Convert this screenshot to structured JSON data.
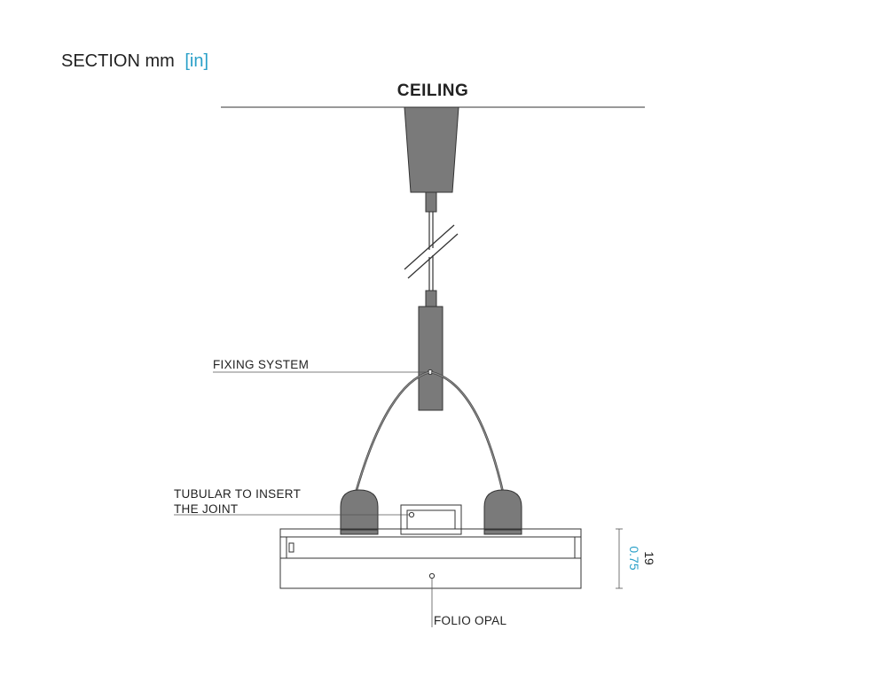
{
  "header": {
    "section_label": "SECTION mm",
    "unit_alt": "[in]"
  },
  "ceiling_label": "CEILING",
  "callouts": {
    "fixing_system": "FIXING SYSTEM",
    "tubular_line1": "TUBULAR TO INSERT",
    "tubular_line2": "THE JOINT",
    "folio_opal": "FOLIO OPAL"
  },
  "dimension": {
    "mm": "19",
    "inch": "0.75"
  },
  "colors": {
    "accent": "#2aa0c8",
    "fill_gray": "#7a7a7a",
    "line": "#333333"
  }
}
